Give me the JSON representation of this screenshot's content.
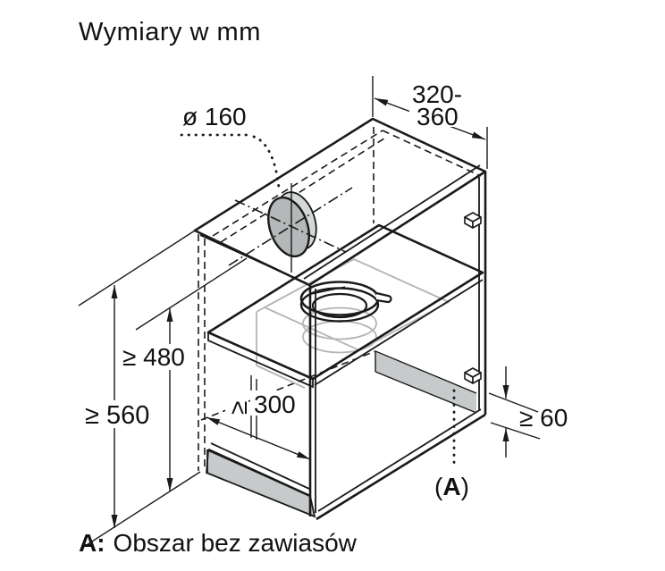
{
  "title": "Wymiary w mm",
  "caption": {
    "prefix": "A:",
    "text": "Obszar bez zawiasów"
  },
  "dims": {
    "hole_diameter": "ø 160",
    "depth_top_line1": "320-",
    "depth_top_line2": "360",
    "height_outer": "≥ 560",
    "height_inner": "≥ 480",
    "clearance_sign": "≥",
    "clearance_value": "300",
    "bottom_strip": "≥ 60",
    "area_open": "(",
    "area_letter": "A",
    "area_close": ")"
  },
  "colors": {
    "line": "#1a1a1a",
    "shaded_zone_fill": "#c6caca",
    "duct_hole_fill": "#b4b8b8",
    "duct_hole_lip": "#d4d8d8",
    "hood_outline_gray": "#b2b6b6",
    "background": "#ffffff"
  }
}
